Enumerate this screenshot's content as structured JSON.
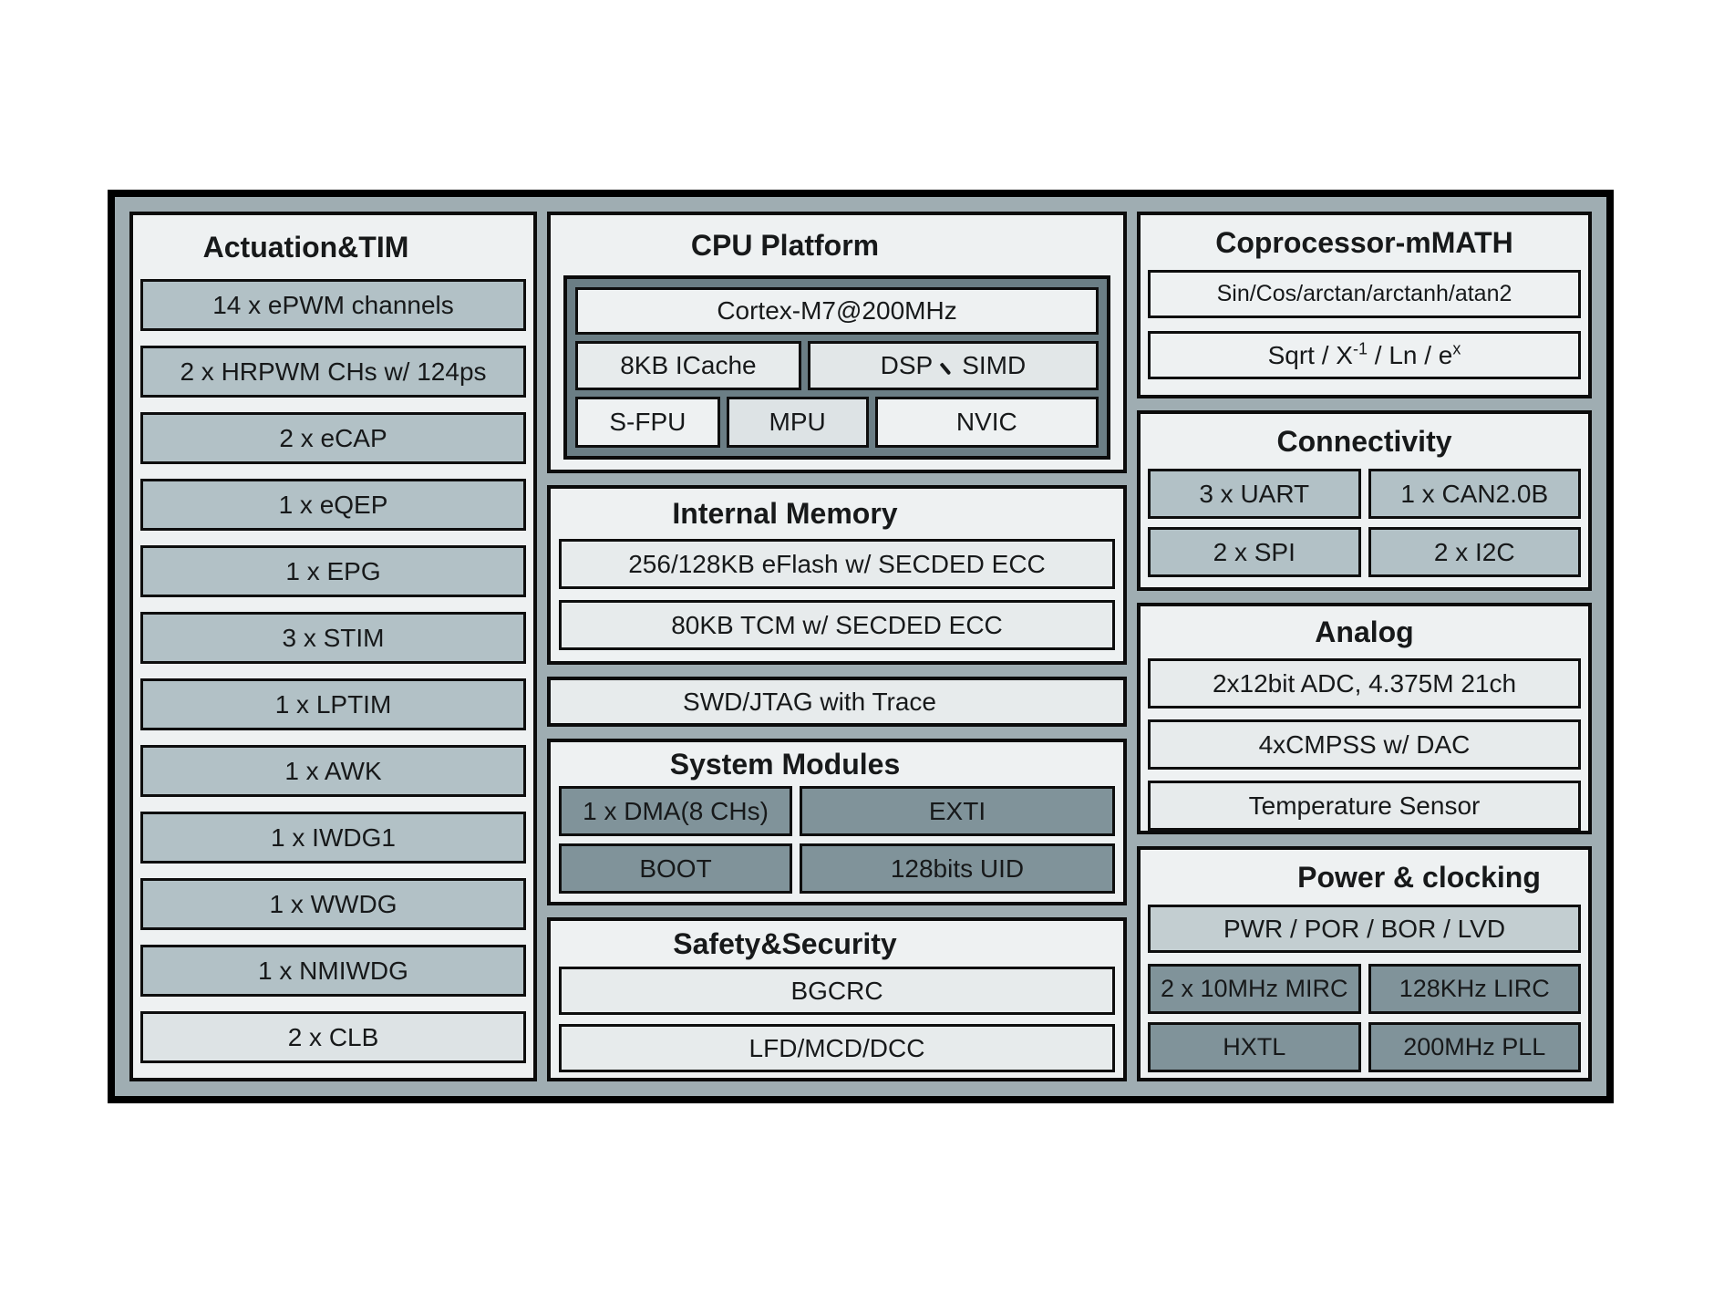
{
  "actuation": {
    "title": "Actuation&TIM",
    "items": [
      "14 x ePWM channels",
      "2 x HRPWM CHs w/ 124ps",
      "2 x eCAP",
      "1 x eQEP",
      "1 x EPG",
      "3 x STIM",
      "1 x LPTIM",
      "1 x AWK",
      "1 x IWDG1",
      "1 x WWDG",
      "1 x NMIWDG",
      "2 x CLB"
    ]
  },
  "cpu": {
    "title": "CPU Platform",
    "core": "Cortex-M7@200MHz",
    "cache": "8KB ICache",
    "dsp": "DSP、SIMD",
    "fpu": "S-FPU",
    "mpu": "MPU",
    "nvic": "NVIC"
  },
  "memory": {
    "title": "Internal Memory",
    "eflash": "256/128KB eFlash w/ SECDED ECC",
    "tcm": "80KB TCM w/ SECDED ECC"
  },
  "debug": {
    "label": "SWD/JTAG with Trace"
  },
  "system": {
    "title": "System Modules",
    "dma": "1 x DMA(8 CHs)",
    "exti": "EXTI",
    "boot": "BOOT",
    "uid": "128bits UID"
  },
  "safety": {
    "title": "Safety&Security",
    "bgcrc": "BGCRC",
    "lfd": "LFD/MCD/DCC"
  },
  "coprocessor": {
    "title": "Coprocessor-mMATH",
    "fn1": "Sin/Cos/arctan/arctanh/atan2",
    "fn2": {
      "base1": "Sqrt / X",
      "sup1": "-1",
      "base2": " / Ln / e",
      "sup2": "x"
    }
  },
  "connectivity": {
    "title": "Connectivity",
    "uart": "3 x UART",
    "can": "1 x CAN2.0B",
    "spi": "2 x SPI",
    "i2c": "2 x I2C"
  },
  "analog": {
    "title": "Analog",
    "adc": "2x12bit ADC, 4.375M 21ch",
    "cmpss": "4xCMPSS w/ DAC",
    "temp": "Temperature Sensor"
  },
  "power": {
    "title": "Power & clocking",
    "pwr": "PWR / POR / BOR / LVD",
    "mirc": "2 x 10MHz MIRC",
    "lirc": "128KHz LIRC",
    "hxtl": "HXTL",
    "pll": "200MHz PLL"
  },
  "colors": {
    "band": "#9fadb2",
    "panel": "#eef1f2",
    "wrapper": "#6b7e85",
    "box-med": "#b2c1c6",
    "box-dark": "#80939a",
    "box-light": "#e7ebec",
    "box-lighter": "#eef1f2",
    "box-clb": "#dde3e5",
    "box-pwr": "#c3ced1",
    "box-dsp": "#e2e7e8",
    "text": "#17191a"
  }
}
